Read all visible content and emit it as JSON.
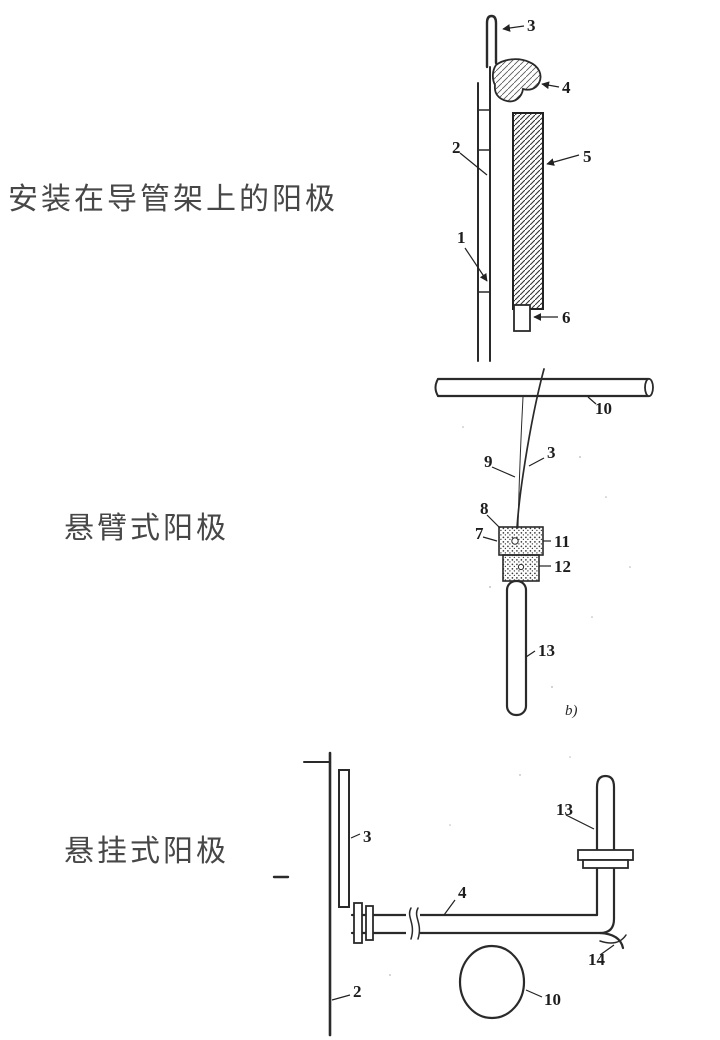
{
  "page": {
    "background_color": "#ffffff",
    "label_color": "#474747",
    "line_color": "#2a2a2a"
  },
  "sections": [
    {
      "title": "安装在导管架上的阳极",
      "callouts": {
        "c3": "3",
        "c4": "4",
        "c2": "2",
        "c5": "5",
        "c1": "1",
        "c6": "6"
      }
    },
    {
      "title": "悬臂式阳极",
      "subfigure": "b)",
      "callouts": {
        "c10": "10",
        "c9": "9",
        "c3": "3",
        "c8": "8",
        "c7": "7",
        "c11": "11",
        "c12": "12",
        "c13": "13"
      }
    },
    {
      "title": "悬挂式阳极",
      "callouts": {
        "c3": "3",
        "c13": "13",
        "c4": "4",
        "c14": "14",
        "c2": "2",
        "c10": "10"
      }
    }
  ]
}
